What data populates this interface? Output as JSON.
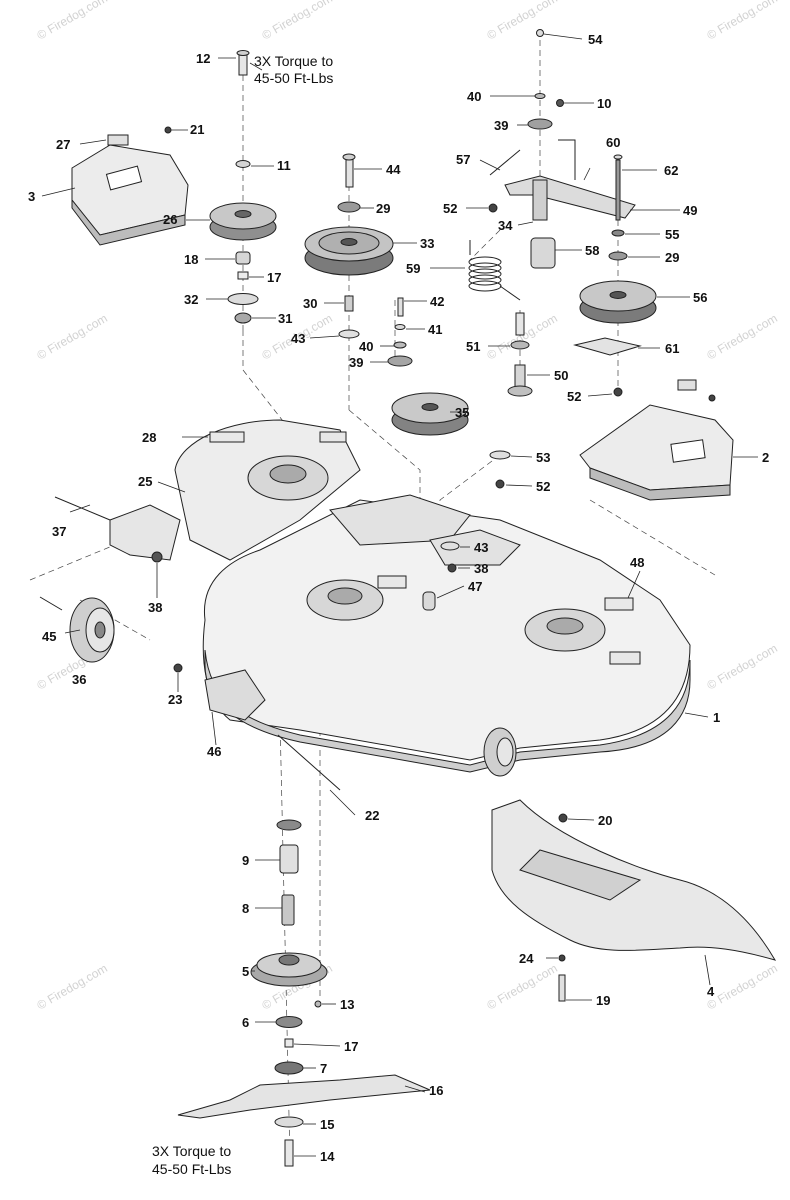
{
  "notes": {
    "top_torque_line1": "3X Torque to",
    "top_torque_line2": "45-50 Ft-Lbs",
    "bottom_torque_line1": "3X Torque to",
    "bottom_torque_line2": "45-50 Ft-Lbs"
  },
  "watermarks": {
    "site": "© Firedog.com"
  },
  "callouts": [
    "1",
    "2",
    "3",
    "4",
    "5",
    "6",
    "7",
    "8",
    "9",
    "10",
    "11",
    "12",
    "13",
    "14",
    "15",
    "16",
    "17",
    "17",
    "18",
    "19",
    "20",
    "21",
    "22",
    "23",
    "24",
    "25",
    "26",
    "27",
    "28",
    "29",
    "29",
    "30",
    "31",
    "32",
    "33",
    "34",
    "35",
    "36",
    "37",
    "38",
    "38",
    "39",
    "39",
    "40",
    "40",
    "41",
    "42",
    "43",
    "43",
    "44",
    "45",
    "46",
    "47",
    "48",
    "49",
    "50",
    "51",
    "52",
    "52",
    "52",
    "53",
    "54",
    "55",
    "56",
    "57",
    "58",
    "59",
    "60",
    "61",
    "62"
  ]
}
